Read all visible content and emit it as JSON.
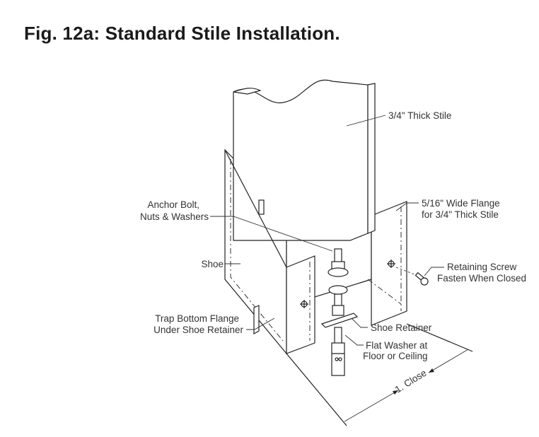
{
  "title": "Fig. 12a: Standard Stile Installation.",
  "labels": {
    "stile": "3/4\" Thick Stile",
    "flange_1": "5/16\" Wide Flange",
    "flange_2": "for 3/4\" Thick Stile",
    "anchor_1": "Anchor Bolt,",
    "anchor_2": "Nuts & Washers",
    "shoe": "Shoe",
    "screw_1": "Retaining Screw",
    "screw_2": "Fasten When Closed",
    "trap_1": "Trap Bottom Flange",
    "trap_2": "Under Shoe Retainer",
    "retainer": "Shoe Retainer",
    "washer_1": "Flat Washer at",
    "washer_2": "Floor or Ceiling",
    "close": "1. Close"
  }
}
